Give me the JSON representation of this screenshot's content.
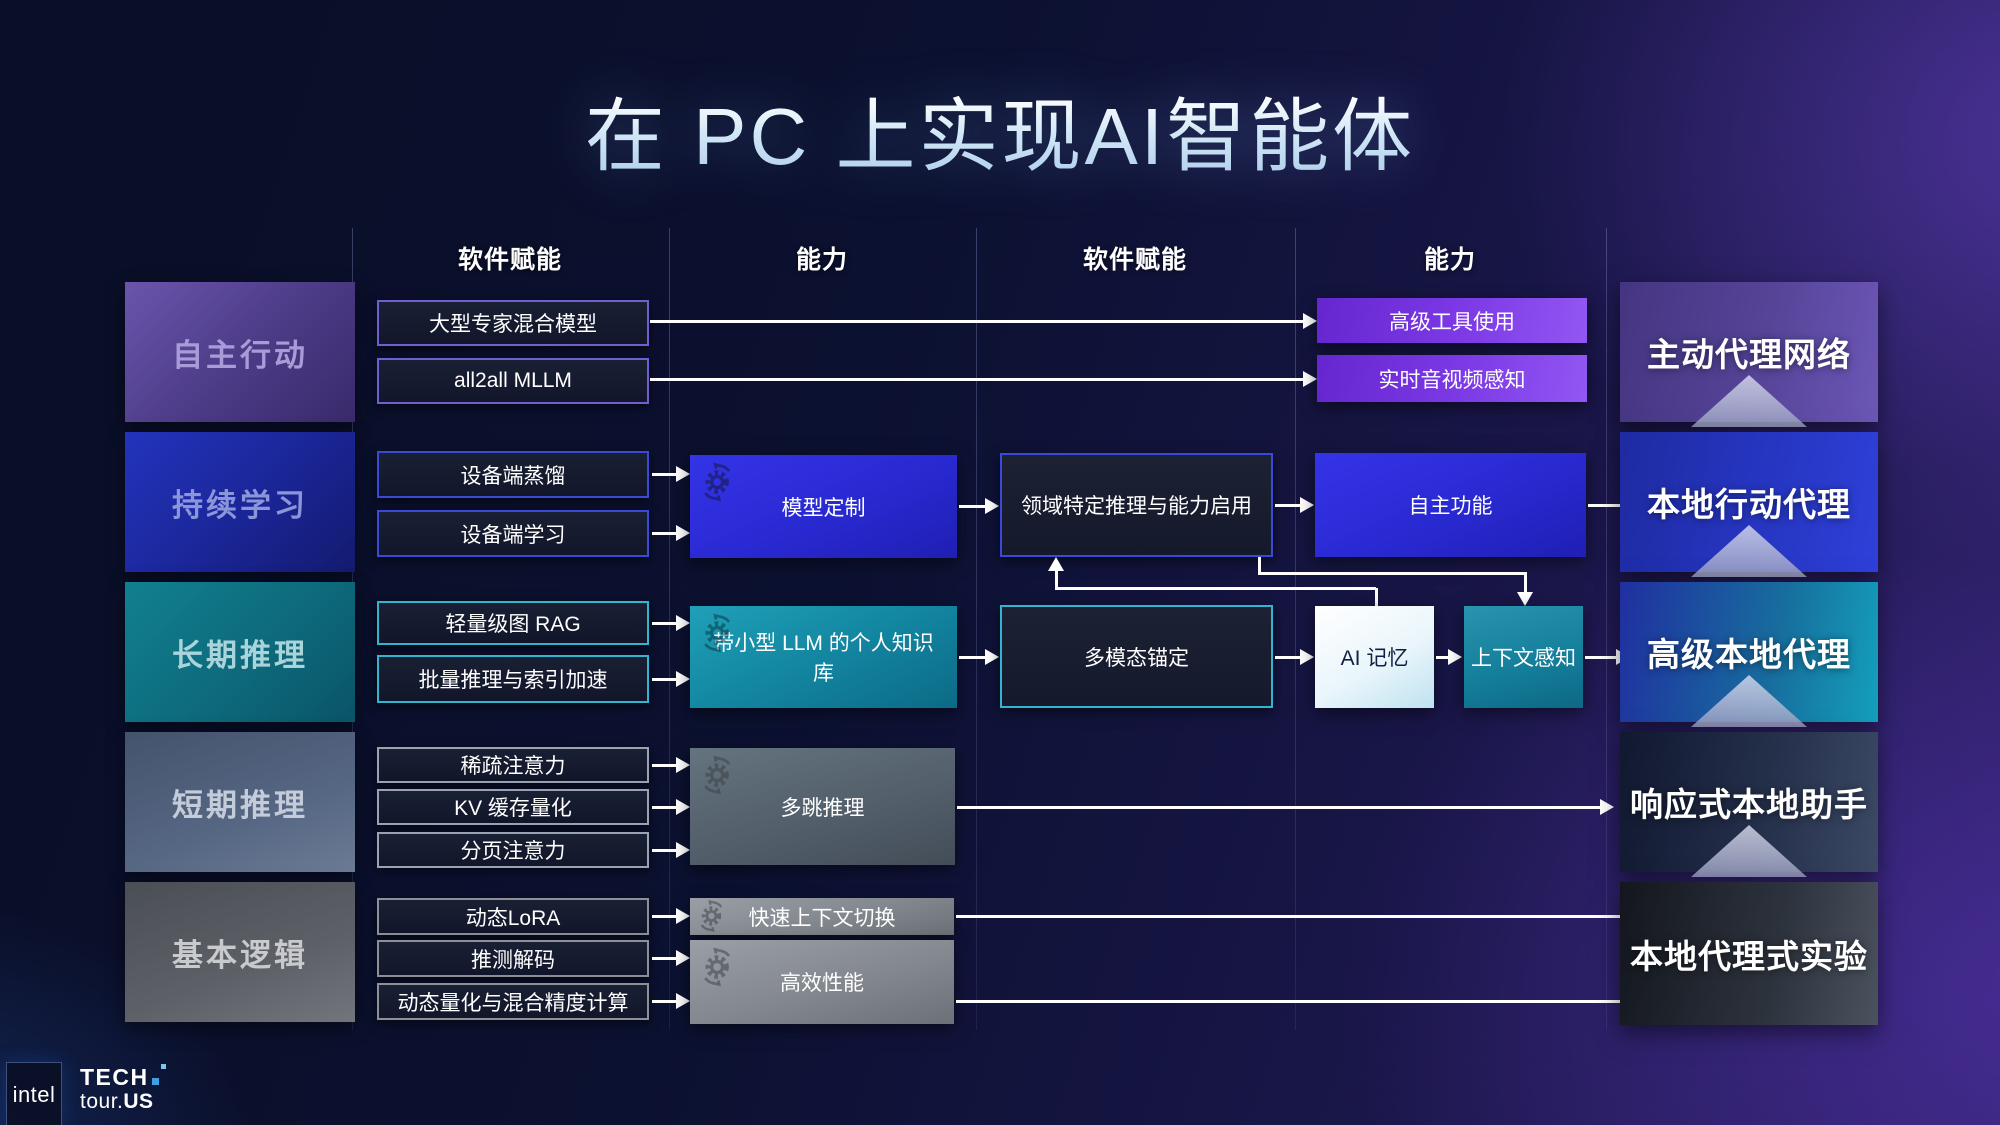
{
  "title": "在 PC 上实现AI智能体",
  "column_headers": [
    "软件赋能",
    "能力",
    "软件赋能",
    "能力"
  ],
  "rows": [
    {
      "label": "自主行动",
      "enablers": [
        "大型专家混合模型",
        "all2all MLLM"
      ],
      "capabilities": [
        "高级工具使用",
        "实时音视频感知"
      ],
      "outcome": "主动代理网络"
    },
    {
      "label": "持续学习",
      "enablers": [
        "设备端蒸馏",
        "设备端学习"
      ],
      "capability": "模型定制",
      "midstage": "领域特定推理与能力启用",
      "capability2": "自主功能",
      "outcome": "本地行动代理"
    },
    {
      "label": "长期推理",
      "enablers": [
        "轻量级图 RAG",
        "批量推理与索引加速"
      ],
      "capability": "带小型 LLM 的个人知识库",
      "midstage": "多模态锚定",
      "memory": "AI 记忆",
      "context": "上下文感知",
      "outcome": "高级本地代理"
    },
    {
      "label": "短期推理",
      "enablers": [
        "稀疏注意力",
        "KV 缓存量化",
        "分页注意力"
      ],
      "capability": "多跳推理",
      "outcome": "响应式本地助手"
    },
    {
      "label": "基本逻辑",
      "enablers": [
        "动态LoRA",
        "推测解码",
        "动态量化与混合精度计算"
      ],
      "capabilities": [
        "快速上下文切换",
        "高效性能"
      ],
      "outcome": "本地代理式实验"
    }
  ],
  "icons": {
    "capability_icon": "gear-cycle-icon"
  },
  "colors": {
    "row_accents": [
      "#6f5fd0",
      "#3a49d6",
      "#35b4d0",
      "#9aa3b2",
      "#8d9097"
    ],
    "capability_blue": "#2a2ad4",
    "capability_teal": "#12839e",
    "capability_violet": "#7d3ae6",
    "outcome_purple": "#564498",
    "arrow": "#ffffff",
    "tech_blue": "#3f9fe0"
  },
  "footer": {
    "intel": "intel",
    "tech": "TECH",
    "tour": "tour.",
    "us": "US"
  }
}
